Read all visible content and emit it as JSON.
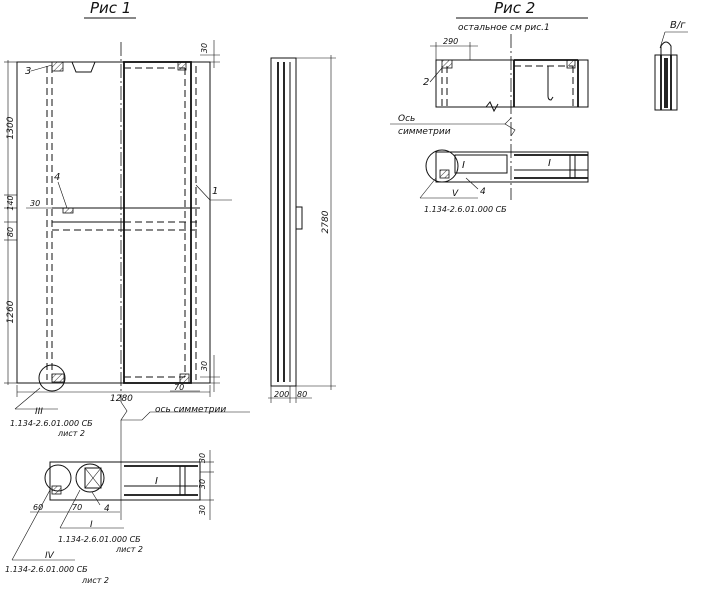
{
  "fig1": {
    "title": "Рис 1",
    "dims": {
      "top_gap": "30",
      "upper": "1300",
      "mid_a": "140",
      "mid_b": "30",
      "mid_c": "80",
      "lower": "1260",
      "bottom_gap": "30",
      "corner": "70",
      "width": "1280",
      "height_total": "2780",
      "side_a": "200",
      "side_b": "80"
    },
    "callouts": {
      "c1": "1",
      "c3": "3",
      "c4": "4"
    },
    "axis_label": "ось симметрии",
    "ref_III": {
      "roman": "III",
      "code": "1.134-2.6.01.000 СБ",
      "sheet": "лист 2"
    }
  },
  "detail": {
    "dims": {
      "d30a": "30",
      "d30b": "30",
      "d30c": "30",
      "d60": "60",
      "d70": "70"
    },
    "panel_mark": "I",
    "callout4": "4",
    "ref_I": {
      "roman": "I",
      "code": "1.134-2.6.01.000 СБ",
      "sheet": "лист 2"
    },
    "ref_IV": {
      "roman": "IV",
      "code": "1.134-2.6.01.000 СБ",
      "sheet": "лист 2"
    }
  },
  "fig2": {
    "title": "Рис 2",
    "subtitle": "остальное см рис.1",
    "dim290": "290",
    "callout2": "2",
    "callout4": "4",
    "axis_line1": "Ось",
    "axis_line2": "симметрии",
    "panel_mark_a": "I",
    "panel_mark_b": "I",
    "ref_V": {
      "roman": "V",
      "code": "1.134-2.6.01.000 СБ"
    }
  },
  "section": {
    "label": "B/г"
  }
}
